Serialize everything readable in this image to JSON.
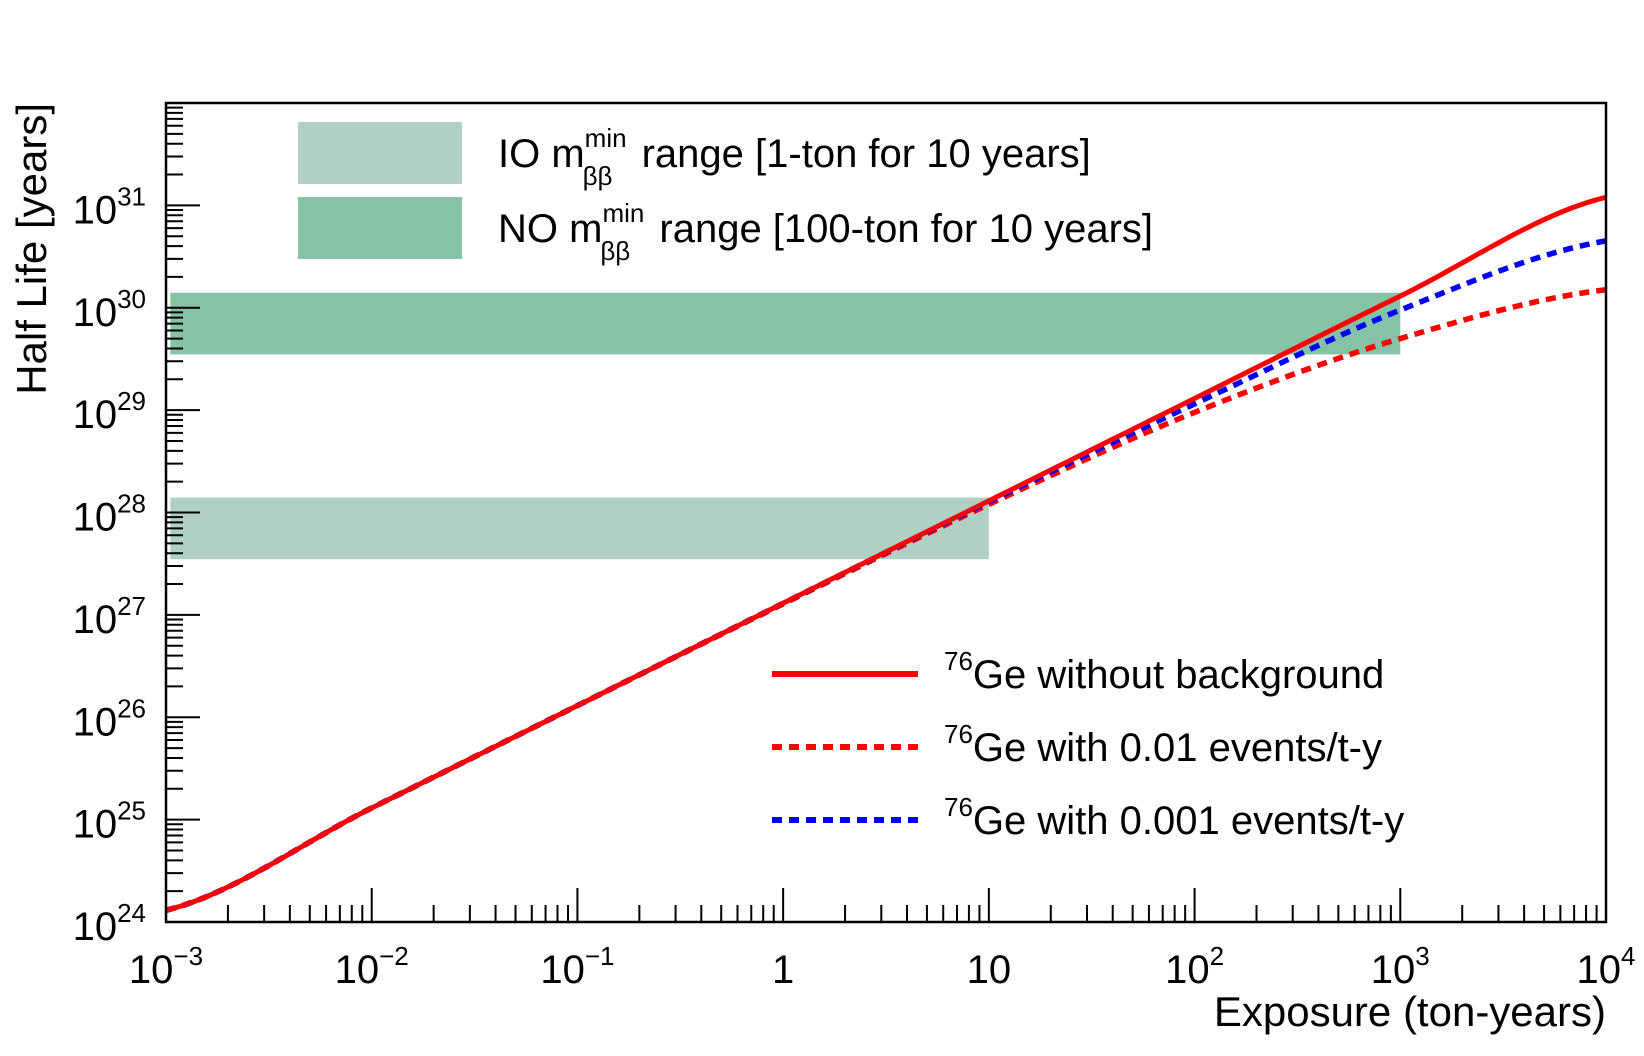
{
  "chart_data": {
    "type": "line",
    "title": "",
    "xlabel": "Exposure (ton-years)",
    "ylabel": "Half Life [years]",
    "x_scale": "log",
    "y_scale": "log",
    "xlim": [
      0.001,
      10000
    ],
    "ylim": [
      1e+24,
      1e+32
    ],
    "x_ticks": [
      {
        "value": 0.001,
        "base": "10",
        "exp": "−3"
      },
      {
        "value": 0.01,
        "base": "10",
        "exp": "−2"
      },
      {
        "value": 0.1,
        "base": "10",
        "exp": "−1"
      },
      {
        "value": 1,
        "base": "1",
        "exp": ""
      },
      {
        "value": 10,
        "base": "10",
        "exp": ""
      },
      {
        "value": 100,
        "base": "10",
        "exp": "2"
      },
      {
        "value": 1000,
        "base": "10",
        "exp": "3"
      },
      {
        "value": 10000,
        "base": "10",
        "exp": "4"
      }
    ],
    "y_ticks": [
      {
        "value": 1e+24,
        "base": "10",
        "exp": "24"
      },
      {
        "value": 1e+25,
        "base": "10",
        "exp": "25"
      },
      {
        "value": 1e+26,
        "base": "10",
        "exp": "26"
      },
      {
        "value": 1e+27,
        "base": "10",
        "exp": "27"
      },
      {
        "value": 1e+28,
        "base": "10",
        "exp": "28"
      },
      {
        "value": 1e+29,
        "base": "10",
        "exp": "29"
      },
      {
        "value": 1e+30,
        "base": "10",
        "exp": "30"
      },
      {
        "value": 1e+31,
        "base": "10",
        "exp": "31"
      }
    ],
    "bands": [
      {
        "name": "IO",
        "x_range": [
          0.00105,
          10
        ],
        "y_range": [
          3.5e+27,
          1.4e+28
        ],
        "color": "#b0cfc5"
      },
      {
        "name": "NO",
        "x_range": [
          0.00105,
          1000
        ],
        "y_range": [
          3.5e+29,
          1.4e+30
        ],
        "color": "#86c2a6"
      }
    ],
    "series": [
      {
        "name": "76Ge without background",
        "color": "#ff0000",
        "style": "solid",
        "x": [
          0.001,
          0.01,
          0.1,
          1,
          10,
          100,
          1000,
          10000
        ],
        "y": [
          1.3e+24,
          1.3e+25,
          1.3e+26,
          1.3e+27,
          1.3e+28,
          1.3e+29,
          1.3e+30,
          1.2e+31
        ]
      },
      {
        "name": "76Ge with 0.01 events/t-y",
        "color": "#ff0000",
        "style": "dotted",
        "x": [
          0.001,
          0.01,
          0.1,
          1,
          10,
          100,
          1000,
          10000
        ],
        "y": [
          1.3e+24,
          1.3e+25,
          1.3e+26,
          1.28e+27,
          1.2e+28,
          9.5e+28,
          5e+29,
          1.5e+30
        ]
      },
      {
        "name": "76Ge with 0.001 events/t-y",
        "color": "#0000ff",
        "style": "dotted",
        "x": [
          0.001,
          0.01,
          0.1,
          1,
          10,
          100,
          1000,
          10000
        ],
        "y": [
          1.3e+24,
          1.3e+25,
          1.3e+26,
          1.3e+27,
          1.27e+28,
          1.15e+29,
          9.5e+29,
          4.5e+30
        ]
      }
    ],
    "legend_bands": [
      {
        "color": "#b0cfc5",
        "prefix": "IO m",
        "sup": "min",
        "sub": "ββ",
        "suffix": " range [1-ton for 10 years]"
      },
      {
        "color": "#86c2a6",
        "prefix": "NO m",
        "sup": "min",
        "sub": "ββ",
        "suffix": " range [100-ton for 10 years]"
      }
    ],
    "legend_lines": [
      {
        "sup": "76",
        "text": "Ge without background",
        "color": "#ff0000",
        "style": "solid"
      },
      {
        "sup": "76",
        "text": "Ge with 0.01 events/t-y",
        "color": "#ff0000",
        "style": "dotted"
      },
      {
        "sup": "76",
        "text": "Ge with 0.001 events/t-y",
        "color": "#0000ff",
        "style": "dotted"
      }
    ],
    "legend_placement": "bands top-left, lines bottom-right",
    "grid": false
  }
}
